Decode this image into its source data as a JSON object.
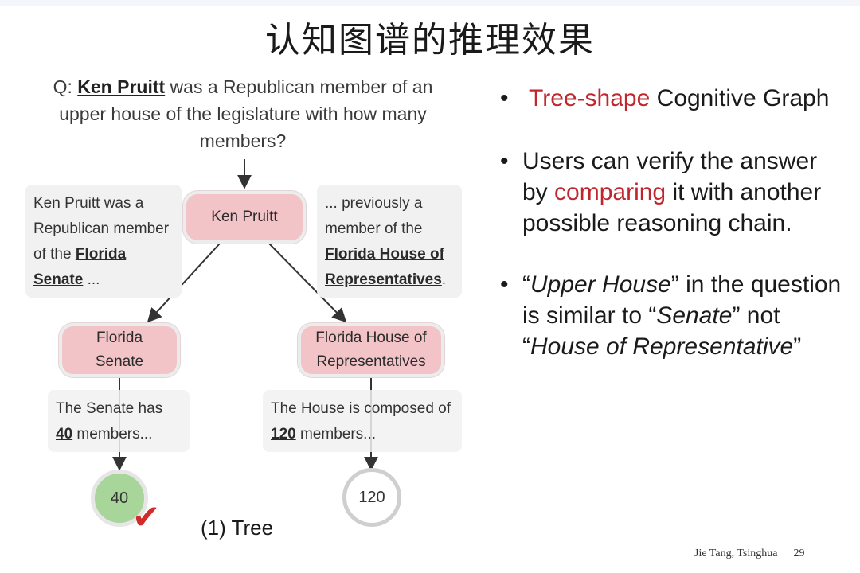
{
  "title": "认知图谱的推理效果",
  "question": {
    "prefix": "Q: ",
    "entity": "Ken Pruitt",
    "rest": " was a Republican member of an upper house of the legislature with how many members?"
  },
  "left_context": {
    "pre": "Ken Pruitt was a Republican member of the ",
    "link": "Florida Senate",
    "post": " ..."
  },
  "right_context": {
    "pre": "... previously a member of the ",
    "link": "Florida House of Representatives",
    "post": "."
  },
  "nodes": {
    "root": "Ken Pruitt",
    "left": "Florida Senate",
    "right": "Florida House of Representatives"
  },
  "left_fact": {
    "pre": "The Senate has ",
    "num": "40",
    "post": " members..."
  },
  "right_fact": {
    "pre": "The House is composed of ",
    "num": "120",
    "post": " members..."
  },
  "answers": {
    "left": "40",
    "right": "120"
  },
  "checkmark": "✔",
  "caption": "(1) Tree",
  "bullet_symbol": "•",
  "bullets": [
    {
      "highlight": "Tree-shape",
      "text": " Cognitive Graph"
    },
    {
      "pre": "Users can verify the answer by ",
      "highlight": "comparing",
      "post": " it with another possible reasoning chain."
    },
    {
      "q1": "“",
      "i1": "Upper House",
      "t1": "” in the question is similar to “",
      "i2": "Senate",
      "t2": "” not “",
      "i3": "House of Representative",
      "t3": "”"
    }
  ],
  "footer": {
    "author": "Jie Tang, Tsinghua",
    "page": "29"
  },
  "colors": {
    "accent_red": "#c0262d",
    "node_pink": "#f2c4c7",
    "answer_green": "#a8d59a"
  }
}
